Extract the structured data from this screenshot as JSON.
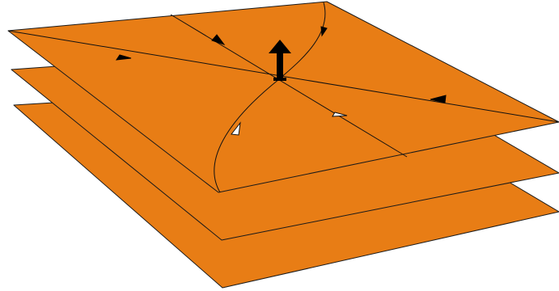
{
  "diagram": {
    "kind": "stacked-planes-flow",
    "plane_count": 3,
    "colors": {
      "plane_fill": "#e87d15",
      "plane_stroke": "#1a1a1a",
      "line_stroke": "#111111",
      "arrow_fill": "#000000",
      "hollow_arrow_fill": "#ffffff",
      "background": "#ffffff"
    },
    "elements": {
      "planes": [
        "bottom-plane",
        "middle-plane",
        "top-plane"
      ],
      "flow_lines": [
        "diagonal-line-a",
        "diagonal-line-b",
        "upper-curve",
        "lower-curve"
      ],
      "arrowheads": {
        "solid": 5,
        "hollow": 2
      },
      "normal_vector": "up-arrow-icon"
    }
  }
}
